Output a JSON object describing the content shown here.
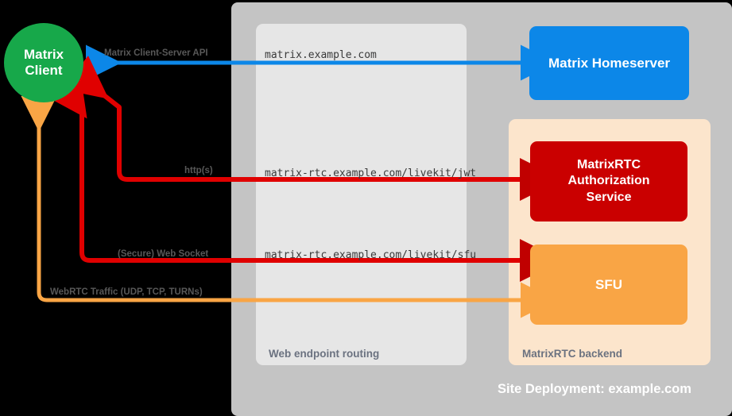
{
  "diagram": {
    "title": "Site Deployment: example.com",
    "nodes": {
      "client": {
        "label": "Matrix\nClient",
        "line1": "Matrix",
        "line2": "Client",
        "color": "#17a84a"
      },
      "homeserver": {
        "label": "Matrix Homeserver",
        "color": "#0c87e8"
      },
      "auth": {
        "line1": "MatrixRTC",
        "line2": "Authorization",
        "line3": "Service",
        "color": "#ca0000"
      },
      "sfu": {
        "label": "SFU",
        "color": "#f9a545"
      }
    },
    "containers": {
      "deployment": {
        "caption": "Site Deployment: example.com",
        "color": "#c4c4c4"
      },
      "web_routing": {
        "caption": "Web endpoint routing",
        "color": "#e6e6e6"
      },
      "rtc_backend": {
        "caption": "MatrixRTC backend",
        "color": "#fce5cc"
      }
    },
    "edges": [
      {
        "label": "Matrix Client-Server API",
        "endpoint": "matrix.example.com",
        "color": "#0c87e8",
        "direction": "bidirectional"
      },
      {
        "label": "http(s)",
        "endpoint": "matrix-rtc.example.com/livekit/jwt",
        "color": "#e00000",
        "direction": "bidirectional"
      },
      {
        "label": "(Secure) Web Socket",
        "endpoint": "matrix-rtc.example.com/livekit/sfu",
        "color": "#e00000",
        "direction": "bidirectional"
      },
      {
        "label": "WebRTC Traffic (UDP, TCP, TURNs)",
        "endpoint": "",
        "color": "#f9a545",
        "direction": "bidirectional"
      }
    ]
  }
}
